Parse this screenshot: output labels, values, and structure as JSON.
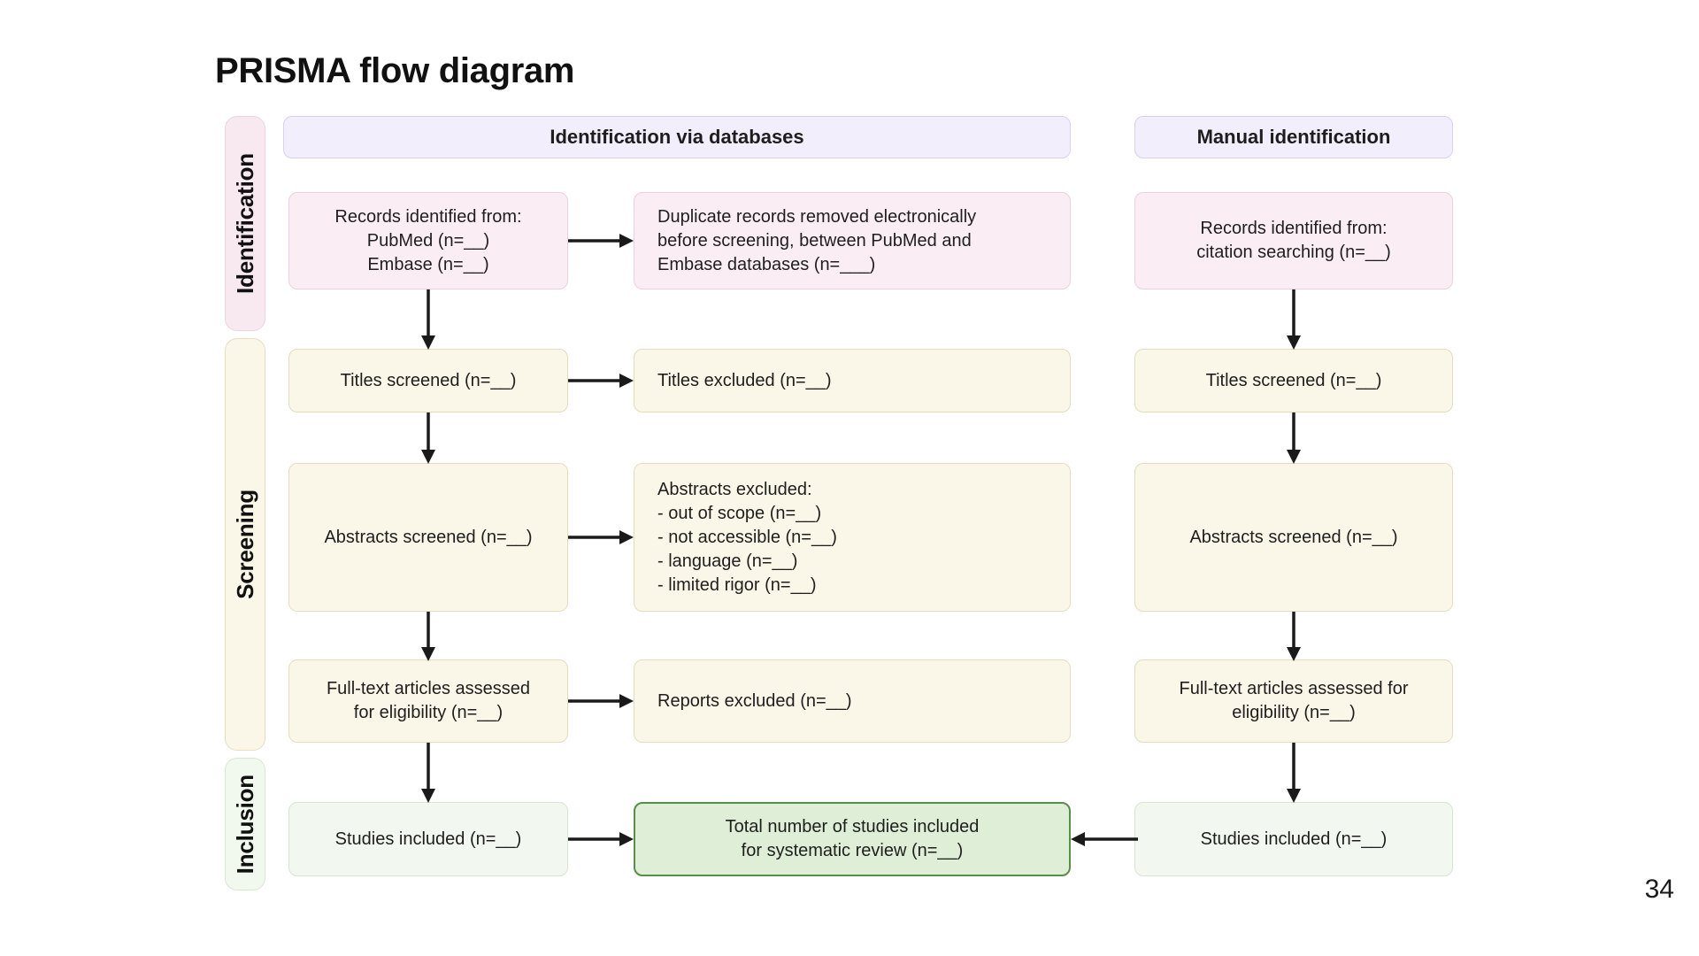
{
  "page": {
    "title": "PRISMA flow diagram",
    "number": "34"
  },
  "stages": [
    {
      "label": "Identification",
      "color": "#f8e9f1"
    },
    {
      "label": "Screening",
      "color": "#fbf7e8"
    },
    {
      "label": "Inclusion",
      "color": "#f1f8ee"
    }
  ],
  "headers": {
    "databases": "Identification via databases",
    "manual": "Manual identification"
  },
  "columns": {
    "database": {
      "records_identified": "Records identified from:\nPubMed (n=__)\nEmbase (n=__)",
      "titles_screened": "Titles screened (n=__)",
      "abstracts_screened": "Abstracts screened (n=__)",
      "fulltext_assessed": "Full-text articles assessed\nfor eligibility (n=__)",
      "studies_included": "Studies included (n=__)"
    },
    "excluded": {
      "duplicates_removed": "Duplicate records removed electronically\nbefore screening, between PubMed and\nEmbase databases (n=___)",
      "titles_excluded": "Titles excluded  (n=__)",
      "abstracts_excluded": "Abstracts excluded:\n- out of scope (n=__)\n- not accessible (n=__)\n- language (n=__)\n- limited rigor (n=__)",
      "reports_excluded": "Reports excluded (n=__)"
    },
    "manual": {
      "records_identified": "Records identified from:\ncitation searching  (n=__)",
      "titles_screened": "Titles screened (n=__)",
      "abstracts_screened": "Abstracts screened (n=__)",
      "fulltext_assessed": "Full-text articles  assessed for\neligibility (n=__)",
      "studies_included": "Studies included (n=__)"
    }
  },
  "total": {
    "label": "Total number of studies included\nfor systematic review (n=__)"
  },
  "colors": {
    "pink_fill": "#faeef4",
    "pink_border": "#eccfe0",
    "lavender_fill": "#f3eefb",
    "lavender_border": "#d9cfee",
    "cream_fill": "#fbf7e8",
    "cream_border": "#e4dcc0",
    "mint_fill": "#f2f8ef",
    "mint_border": "#d5e7cf",
    "total_fill": "#dfeed6",
    "total_border": "#5a8c4a",
    "arrow": "#1a1a1a",
    "text": "#1e1e1e"
  }
}
